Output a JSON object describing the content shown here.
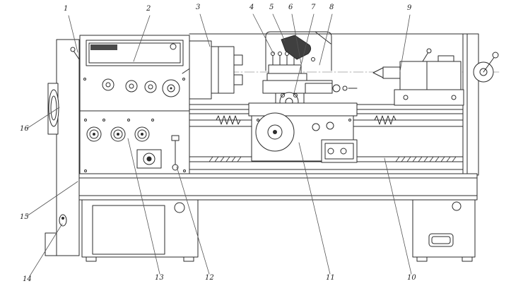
{
  "colors": {
    "background": "#ffffff",
    "line": "#2b2b2b",
    "label": "#222222"
  },
  "callouts": [
    {
      "label": "1"
    },
    {
      "label": "2"
    },
    {
      "label": "3"
    },
    {
      "label": "4"
    },
    {
      "label": "5"
    },
    {
      "label": "6"
    },
    {
      "label": "7"
    },
    {
      "label": "8"
    },
    {
      "label": "9"
    },
    {
      "label": "10"
    },
    {
      "label": "11"
    },
    {
      "label": "12"
    },
    {
      "label": "13"
    },
    {
      "label": "14"
    },
    {
      "label": "15"
    },
    {
      "label": "16"
    }
  ]
}
